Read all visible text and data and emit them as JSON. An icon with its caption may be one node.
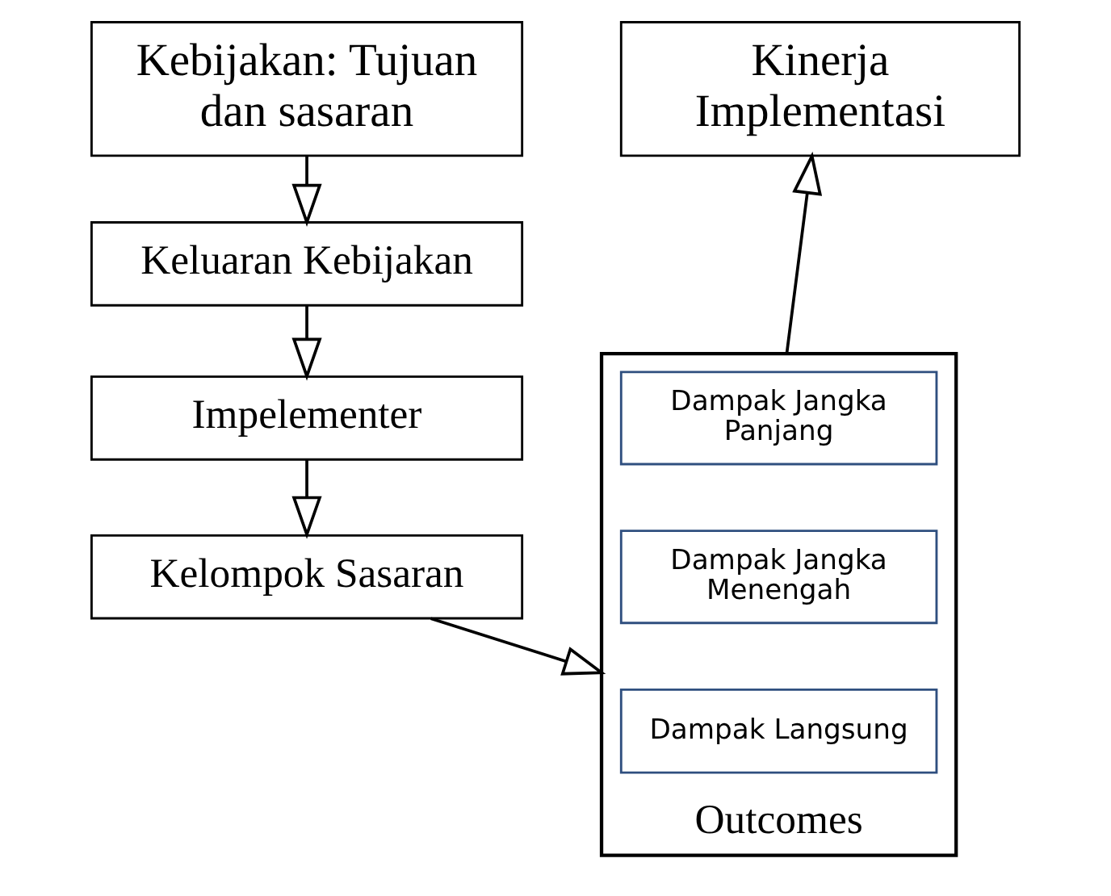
{
  "diagram": {
    "nodes": [
      {
        "text": [
          "Kebijakan: Tujuan dan sasaran"
        ]
      },
      {
        "text": [
          "Keluaran Kebijakan"
        ]
      },
      {
        "text": [
          "Impelementer"
        ]
      },
      {
        "text": [
          "Kelompok Sasaran"
        ]
      },
      {
        "text": [
          "Kinerja Implementasi"
        ]
      },
      {
        "text": [
          "Outcomes"
        ]
      },
      {
        "text": [
          "Dampak Jangka Panjang"
        ],
        "in": 5
      },
      {
        "text": [
          "Dampak Jangka Menengah"
        ],
        "in": 5
      },
      {
        "text": [
          "Dampak Langsung"
        ],
        "in": 5
      }
    ],
    "edges": [
      {
        "from": 0,
        "to": 1,
        "arrow": "to"
      },
      {
        "from": 1,
        "to": 2,
        "arrow": "to"
      },
      {
        "from": 2,
        "to": 3,
        "arrow": "to"
      },
      {
        "from": 3,
        "to": 5,
        "arrow": "to"
      },
      {
        "from": 5,
        "to": 4,
        "arrow": "to"
      }
    ]
  }
}
